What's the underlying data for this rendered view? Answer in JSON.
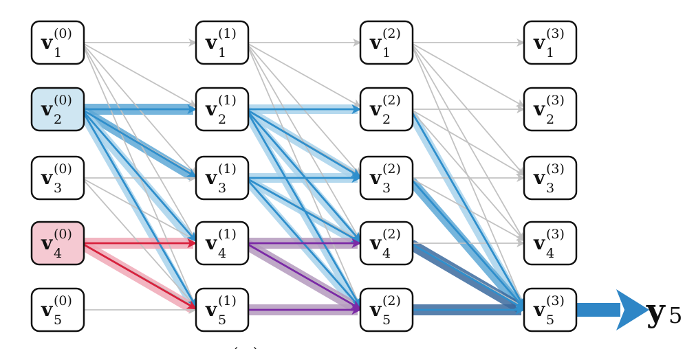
{
  "nodes": {
    "v1_0": {
      "sym": "v",
      "sub": "1",
      "sup": "(0)"
    },
    "v2_0": {
      "sym": "v",
      "sub": "2",
      "sup": "(0)"
    },
    "v3_0": {
      "sym": "v",
      "sub": "3",
      "sup": "(0)"
    },
    "v4_0": {
      "sym": "v",
      "sub": "4",
      "sup": "(0)"
    },
    "v5_0": {
      "sym": "v",
      "sub": "5",
      "sup": "(0)"
    },
    "v1_1": {
      "sym": "v",
      "sub": "1",
      "sup": "(1)"
    },
    "v2_1": {
      "sym": "v",
      "sub": "2",
      "sup": "(1)"
    },
    "v3_1": {
      "sym": "v",
      "sub": "3",
      "sup": "(1)"
    },
    "v4_1": {
      "sym": "v",
      "sub": "4",
      "sup": "(1)"
    },
    "v5_1": {
      "sym": "v",
      "sub": "5",
      "sup": "(1)"
    },
    "v1_2": {
      "sym": "v",
      "sub": "1",
      "sup": "(2)"
    },
    "v2_2": {
      "sym": "v",
      "sub": "2",
      "sup": "(2)"
    },
    "v3_2": {
      "sym": "v",
      "sub": "3",
      "sup": "(2)"
    },
    "v4_2": {
      "sym": "v",
      "sub": "4",
      "sup": "(2)"
    },
    "v5_2": {
      "sym": "v",
      "sub": "5",
      "sup": "(2)"
    },
    "v1_3": {
      "sym": "v",
      "sub": "1",
      "sup": "(3)"
    },
    "v2_3": {
      "sym": "v",
      "sub": "2",
      "sup": "(3)"
    },
    "v3_3": {
      "sym": "v",
      "sub": "3",
      "sup": "(3)"
    },
    "v4_3": {
      "sym": "v",
      "sub": "4",
      "sup": "(3)"
    },
    "v5_3": {
      "sym": "v",
      "sub": "5",
      "sup": "(3)"
    }
  },
  "output": {
    "sym": "y",
    "sub": "5"
  },
  "bottom_fragment": "( . )",
  "colors": {
    "gray_edge": "#c2c2c2",
    "blue_edge": "#2f8fcc",
    "blue_halo": "#a9d3ec",
    "blue_halo_strong": "#5fa9d6",
    "red_edge": "#d8213d",
    "red_halo": "#f0a9b7",
    "purple_edge": "#7b2aa6",
    "purple_halo": "#b59bbe",
    "navy_halo": "#3b6a9e",
    "source_blue_fill": "#cfe6f2",
    "source_blue_stroke": "#2b64b0",
    "source_red_fill": "#f5c9d2",
    "source_red_stroke": "#d8213d",
    "output_arrow": "#2f86c6"
  }
}
